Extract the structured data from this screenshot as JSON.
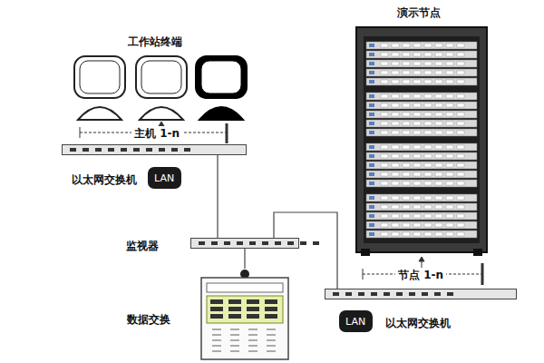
{
  "diagram": {
    "nodes": [
      {
        "text": [
          "以太网交换机"
        ]
      },
      {
        "text": [
          "LAN"
        ]
      },
      {
        "text": [
          "监视器"
        ]
      },
      {
        "text": [
          "数据交换"
        ]
      },
      {
        "text": [
          "演示节点"
        ]
      },
      {
        "text": [
          "以太网交换机"
        ]
      },
      {
        "text": [
          "LAN"
        ]
      }
    ],
    "edges": [
      {
        "from": 0,
        "to": 2,
        "arrow": "none"
      },
      {
        "from": 2,
        "to": 5,
        "arrow": "none"
      },
      {
        "from": 2,
        "to": 3,
        "arrow": "none"
      }
    ],
    "labels": [
      "工作站终端",
      "主机 1-n",
      "节点 1-n"
    ]
  }
}
